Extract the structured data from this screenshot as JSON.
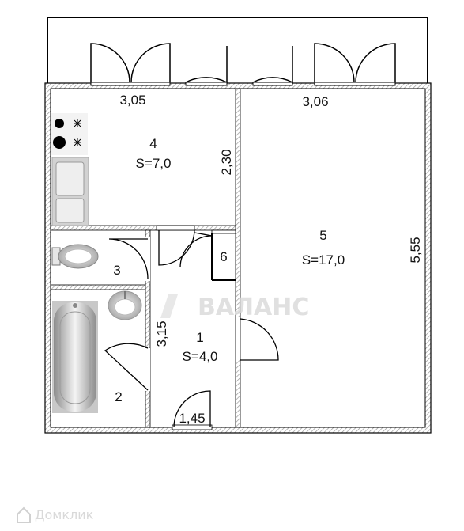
{
  "rooms": [
    {
      "number": "1",
      "area": "S=4,0"
    },
    {
      "number": "2"
    },
    {
      "number": "3"
    },
    {
      "number": "4",
      "area": "S=7,0"
    },
    {
      "number": "5",
      "area": "S=17,0"
    },
    {
      "number": "6"
    }
  ],
  "dimensions": {
    "kitchen_width": "3,05",
    "room5_width": "3,06",
    "kitchen_depth": "2,30",
    "room5_depth": "5,55",
    "hall_depth": "3,15",
    "hall_width": "1,45"
  },
  "watermark": {
    "center": "ВАЛАНС",
    "corner": "Домклик"
  },
  "colors": {
    "wall": "#8a8a8a",
    "hatch": "#b5b5b5",
    "line": "#000000"
  }
}
